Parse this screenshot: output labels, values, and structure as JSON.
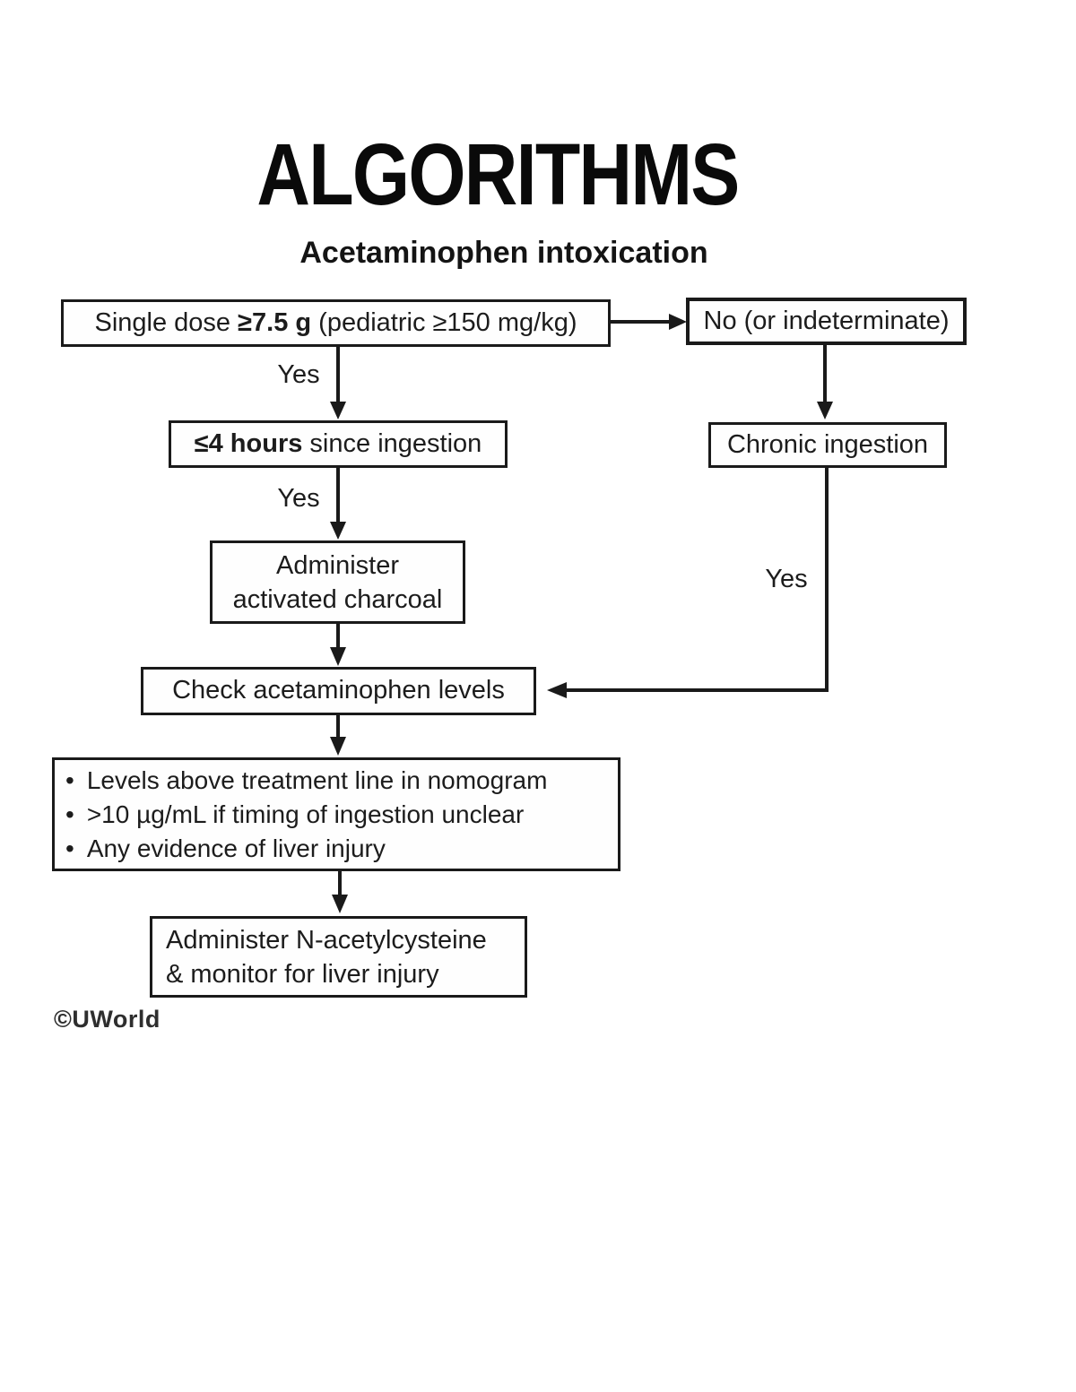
{
  "title": "ALGORITHMS",
  "subtitle": "Acetaminophen intoxication",
  "colors": {
    "line": "#1a1a1a",
    "box_border": "#1a1a1a",
    "text": "#1c1c1c",
    "background": "#ffffff"
  },
  "glyphs": {
    "bullet": "•"
  },
  "labels": {
    "yes_left_top": "Yes",
    "yes_left_mid": "Yes",
    "yes_right": "Yes"
  },
  "nodes": {
    "single_dose": {
      "pre": "Single dose ",
      "bold": "≥7.5 g",
      "post": " (pediatric ≥150 mg/kg)"
    },
    "no_indeterminate": {
      "text": "No (or indeterminate)"
    },
    "four_hours": {
      "bold": "≤4 hours",
      "post": " since ingestion"
    },
    "chronic_ingestion": {
      "text": "Chronic ingestion"
    },
    "charcoal": {
      "line1": "Administer",
      "line2": "activated charcoal"
    },
    "check_levels": {
      "text": "Check acetaminophen levels"
    },
    "criteria": {
      "items": [
        "Levels above treatment line in nomogram",
        ">10 µg/mL if timing of ingestion unclear",
        "Any evidence of liver injury"
      ]
    },
    "nac": {
      "line1": "Administer N-acetylcysteine",
      "line2": "& monitor for liver injury"
    }
  },
  "credit": "©UWorld"
}
